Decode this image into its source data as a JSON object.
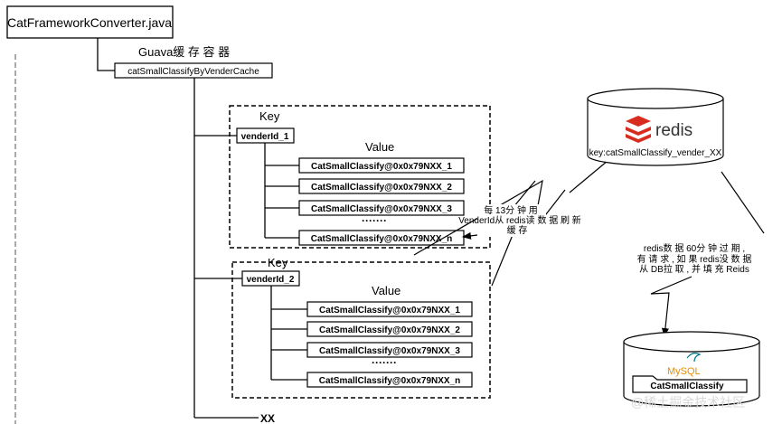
{
  "root": {
    "label": "CatFrameworkConverter.java"
  },
  "container": {
    "label": "Guava缓 存 容 器"
  },
  "cache_node": {
    "label": "catSmallClassifyByVenderCache"
  },
  "group1": {
    "key_label": "Key",
    "key": "venderId_1",
    "value_label": "Value",
    "values": [
      "CatSmallClassify@0x0x79NXX_1",
      "CatSmallClassify@0x0x79NXX_2",
      "CatSmallClassify@0x0x79NXX_3",
      "CatSmallClassify@0x0x79NXX_n"
    ],
    "ellipsis": "·······"
  },
  "group2": {
    "key_label": "Key",
    "key": "venderId_2",
    "value_label": "Value",
    "values": [
      "CatSmallClassify@0x0x79NXX_1",
      "CatSmallClassify@0x0x79NXX_2",
      "CatSmallClassify@0x0x79NXX_3",
      "CatSmallClassify@0x0x79NXX_n"
    ],
    "ellipsis": "·······"
  },
  "xx": {
    "label": "XX"
  },
  "refresh_note": {
    "lines": [
      "每 13分 钟 用",
      "VenderId从 redis读 数 据 刷 新",
      "缓 存"
    ]
  },
  "redis": {
    "logo_text": "redis",
    "key_label": "key:catSmallClassify_vender_XX",
    "logo_color": "#d82c20"
  },
  "expire_note": {
    "lines": [
      "redis数 据 60分 钟 过 期 ,",
      "有 请 求 , 如 果 redis没 数 据",
      "从 DB拉 取 , 并 填 充 Reids"
    ]
  },
  "mysql": {
    "logo_text": "MySQL",
    "table_label": "CatSmallClassify",
    "logo_color": "#e48e00",
    "accent_color": "#00758f"
  },
  "watermark": {
    "text": "@稀土掘金技术社区"
  }
}
